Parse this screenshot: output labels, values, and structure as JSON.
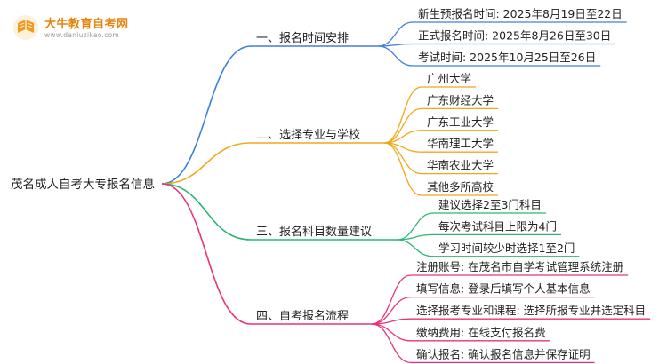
{
  "logo": {
    "name": "大牛教育自考网",
    "url": "www.daniuzikao.com"
  },
  "mindmap": {
    "root": "茂名成人自考大专报名信息",
    "branches": [
      {
        "label": "一、报名时间安排",
        "color": "#3f7fe0",
        "leaves": [
          "新生预报名时间: 2025年8月19日至22日",
          "正式报名时间: 2025年8月26日至30日",
          "考试时间: 2025年10月25日至26日"
        ]
      },
      {
        "label": "二、选择专业与学校",
        "color": "#f0a818",
        "leaves": [
          "广州大学",
          "广东财经大学",
          "广东工业大学",
          "华南理工大学",
          "华南农业大学",
          "其他多所高校"
        ]
      },
      {
        "label": "三、报名科目数量建议",
        "color": "#2bb673",
        "leaves": [
          "建议选择2至3门科目",
          "每次考试科目上限为4门",
          "学习时间较少时选择1至2门"
        ]
      },
      {
        "label": "四、自考报名流程",
        "color": "#e8337a",
        "leaves": [
          "注册账号: 在茂名市自学考试管理系统注册",
          "填写信息: 登录后填写个人基本信息",
          "选择报考专业和课程: 选择所报专业并选定科目",
          "缴纳费用: 在线支付报名费",
          "确认报名: 确认报名信息并保存证明"
        ]
      }
    ]
  }
}
